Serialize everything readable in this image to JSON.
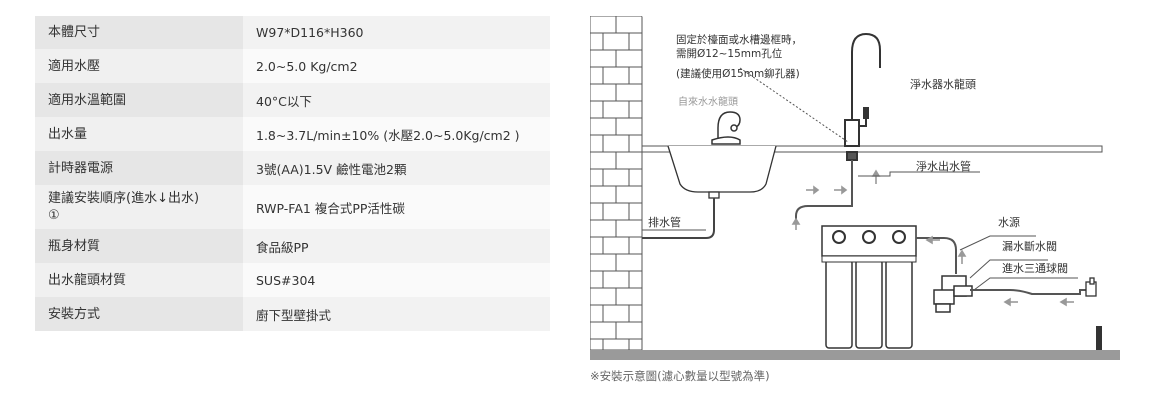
{
  "specs": [
    {
      "label": "本體尺寸",
      "value": "W97*D116*H360"
    },
    {
      "label": "適用水壓",
      "value": "2.0~5.0 Kg/cm2"
    },
    {
      "label": "適用水溫範圍",
      "value": "40°C以下"
    },
    {
      "label": "出水量",
      "value": "1.8~3.7L/min±10% (水壓2.0~5.0Kg/cm2 )"
    },
    {
      "label": "計時器電源",
      "value": "3號(AA)1.5V 鹼性電池2顆"
    },
    {
      "label": "建議安裝順序(進水↓出水)\n①",
      "value": "RWP-FA1 複合式PP活性碳"
    },
    {
      "label": "瓶身材質",
      "value": "食品級PP"
    },
    {
      "label": "出水龍頭材質",
      "value": "SUS#304"
    },
    {
      "label": "安裝方式",
      "value": "廚下型壁掛式"
    }
  ],
  "diagram": {
    "note_line1": "固定於檯面或水槽邊框時，",
    "note_line2": "需開Ø12~15mm孔位",
    "note_line3": "(建議使用Ø15mm鉚孔器)",
    "tap_label": "自來水水龍頭",
    "faucet_label": "淨水器水龍頭",
    "outlet_pipe_label": "淨水出水管",
    "drain_label": "排水管",
    "source_label": "水源",
    "leak_valve_label": "漏水斷水閥",
    "inlet_valve_label": "進水三通球閥"
  },
  "caption": "※安裝示意圖(濾心數量以型號為準)"
}
